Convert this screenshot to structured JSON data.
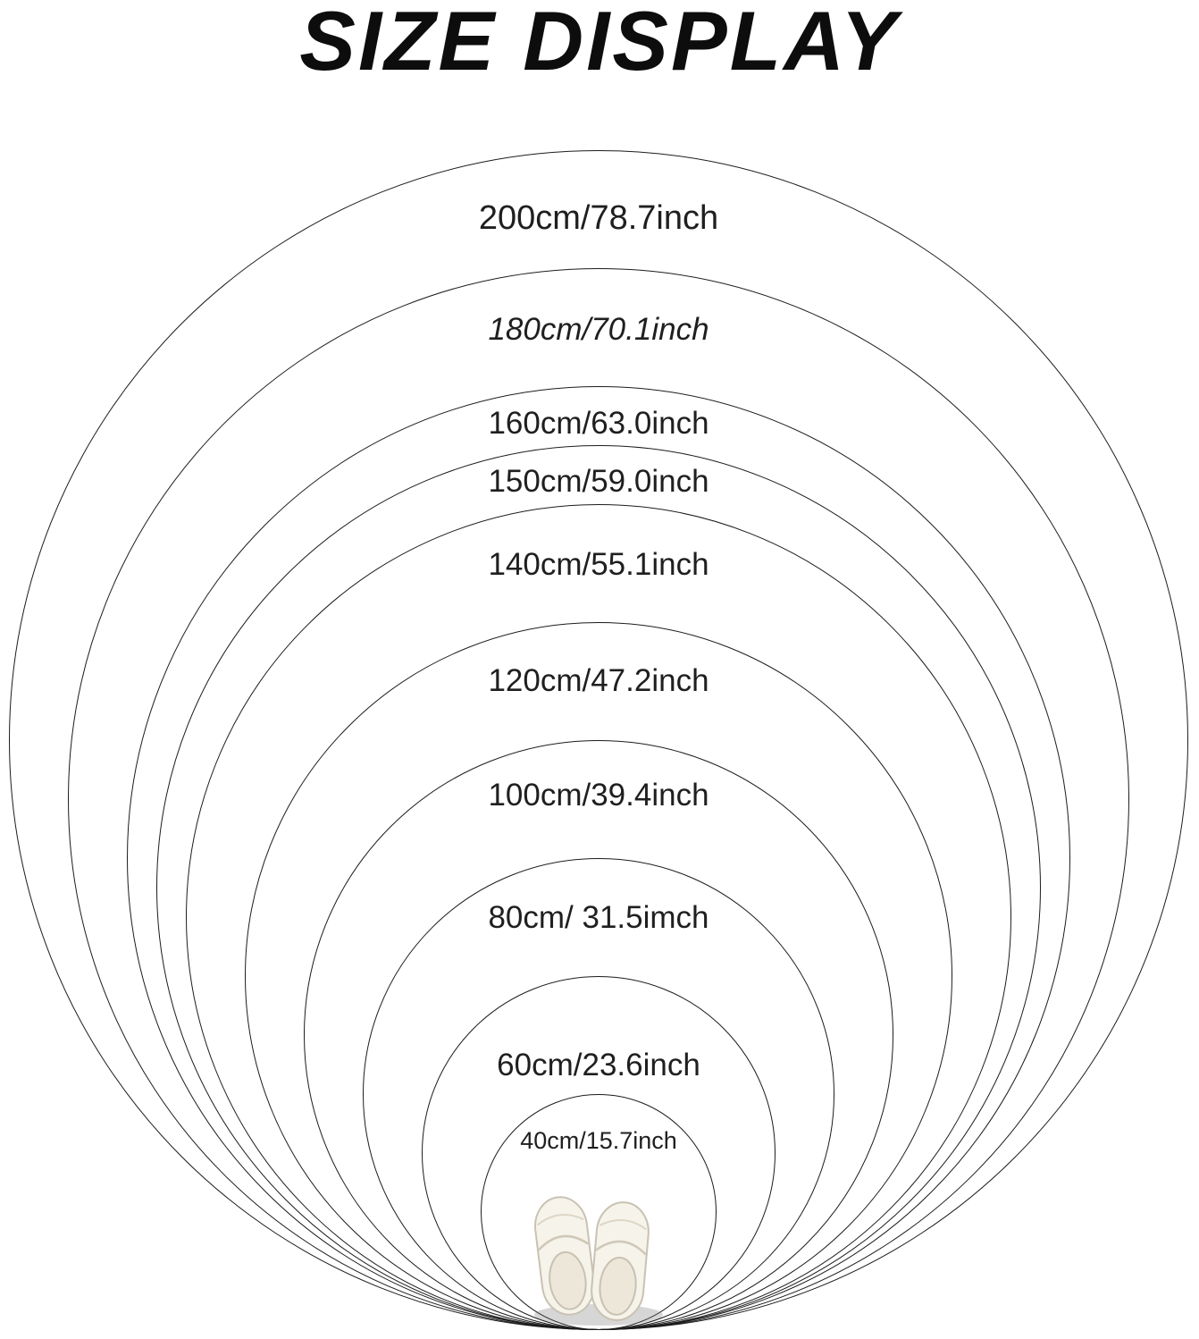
{
  "page": {
    "title": "SIZE DISPLAY",
    "background_color": "#ffffff",
    "line_color": "#1c1c1c",
    "text_color": "#1f1f1f"
  },
  "circles": [
    {
      "size_cm": 200,
      "label": "200cm/78.7inch"
    },
    {
      "size_cm": 180,
      "label": "180cm/70.1inch"
    },
    {
      "size_cm": 160,
      "label": "160cm/63.0inch"
    },
    {
      "size_cm": 150,
      "label": "150cm/59.0inch"
    },
    {
      "size_cm": 140,
      "label": "140cm/55.1inch"
    },
    {
      "size_cm": 120,
      "label": "120cm/47.2inch"
    },
    {
      "size_cm": 100,
      "label": "100cm/39.4inch"
    },
    {
      "size_cm": 80,
      "label": "80cm/ 31.5imch"
    },
    {
      "size_cm": 60,
      "label": "60cm/23.6inch"
    },
    {
      "size_cm": 40,
      "label": "40cm/15.7inch"
    }
  ],
  "icons": {
    "slippers": "slippers-icon"
  }
}
